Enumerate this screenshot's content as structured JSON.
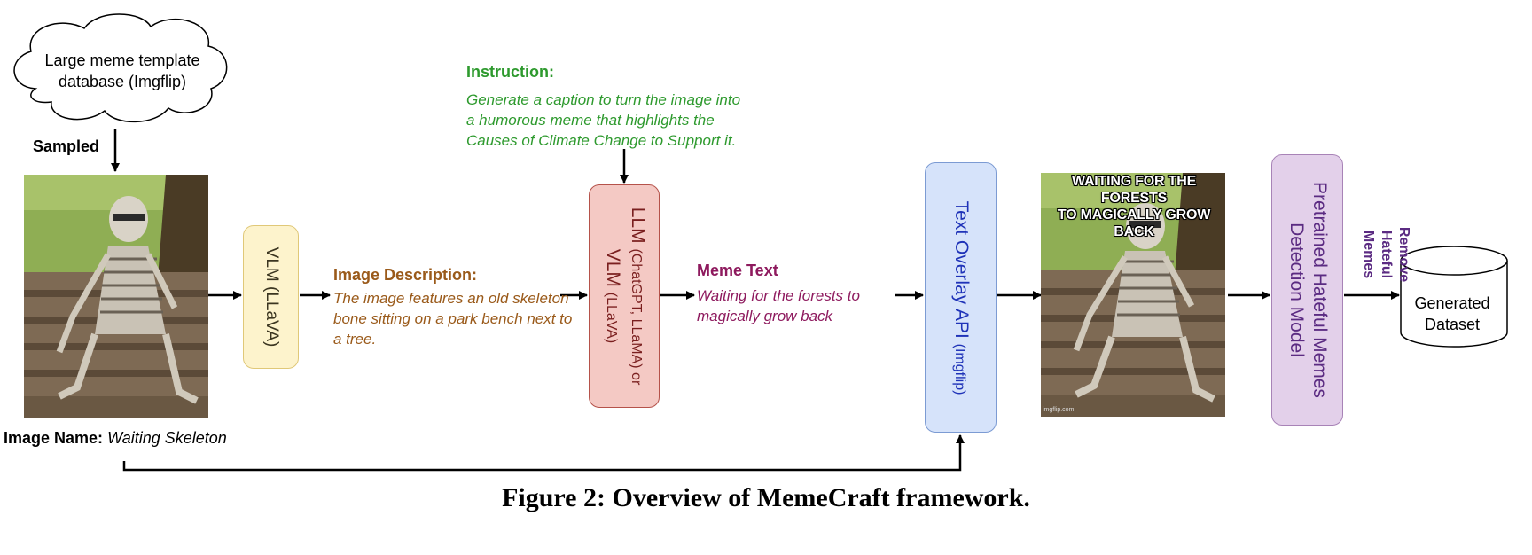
{
  "source": {
    "label": "Large meme template database (Imgflip)",
    "label_line1": "Large meme template",
    "label_line2": "database (Imgflip)"
  },
  "sampled_label": "Sampled",
  "image_name": {
    "prefix": "Image Name:",
    "value": "Waiting Skeleton"
  },
  "vlm": {
    "label": "VLM (LLaVA)"
  },
  "image_description": {
    "title": "Image Description:",
    "text": "The image features an old skeleton bone sitting on a park bench next to a tree."
  },
  "instruction": {
    "title": "Instruction:",
    "line1": "Generate a caption to turn the image into",
    "line2": "a humorous meme that highlights the",
    "line3": "Causes of Climate Change to Support it."
  },
  "llm": {
    "line1_main": "LLM",
    "line1_small": "(ChatGPT, LLaMA) or",
    "line2_main": "VLM",
    "line2_small": "(LLaVA)"
  },
  "meme_text": {
    "title": "Meme Text",
    "text": "Waiting for the forests to magically grow back"
  },
  "text_overlay": {
    "main": "Text Overlay API",
    "small": "(Imgflip)"
  },
  "generated_meme": {
    "caption_line1": "WAITING FOR THE FORESTS",
    "caption_line2": "TO MAGICALLY GROW BACK",
    "watermark": "imgflip.com"
  },
  "detector": {
    "line1": "Pretrained Hateful Memes",
    "line2": "Detection Model"
  },
  "remove_label": {
    "line1": "Remove",
    "line2": "Hateful",
    "line3": "Memes"
  },
  "dataset": {
    "line1": "Generated",
    "line2": "Dataset"
  },
  "caption": "Figure 2: Overview of MemeCraft framework.",
  "colors": {
    "instruction": "#2e9a2e",
    "description": "#9a5a1a",
    "meme_text": "#8e1a5e",
    "vlm_fill": "#fdf3cc",
    "llm_fill": "#f4c9c4",
    "overlay_fill": "#d6e3fa",
    "detector_fill": "#e3d0ea"
  }
}
